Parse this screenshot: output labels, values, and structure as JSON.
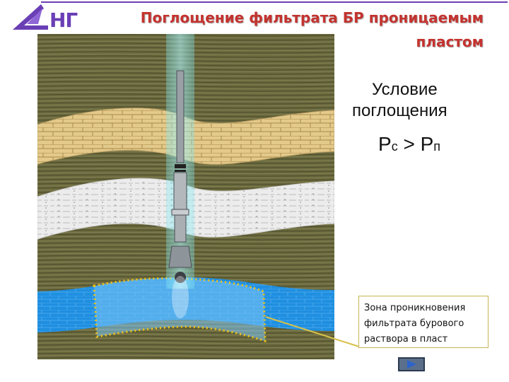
{
  "header": {
    "logo_text": "НГ",
    "title_line1": "Поглощение фильтрата БР проницаемым",
    "title_line2": "пластом"
  },
  "condition": {
    "line1": "Условие",
    "line2": "поглощения",
    "formula_left": "Р",
    "formula_left_sub": "с",
    "formula_op": " > ",
    "formula_right": "Р",
    "formula_right_sub": "п"
  },
  "callout": {
    "line1": "Зона проникновения",
    "line2": "фильтрата бурового",
    "line3": "раствора в пласт"
  },
  "icons": {
    "logo": "ng-logo-icon",
    "next": "play-next-icon"
  },
  "colors": {
    "title": "#c4332f",
    "logo": "#6a3fb5",
    "rock": "#6b6a3e",
    "sandstone": "#e3c98a",
    "clay": "#e8e8e8",
    "aquifer": "#1f8fe0",
    "zone_border": "#f0c419"
  }
}
